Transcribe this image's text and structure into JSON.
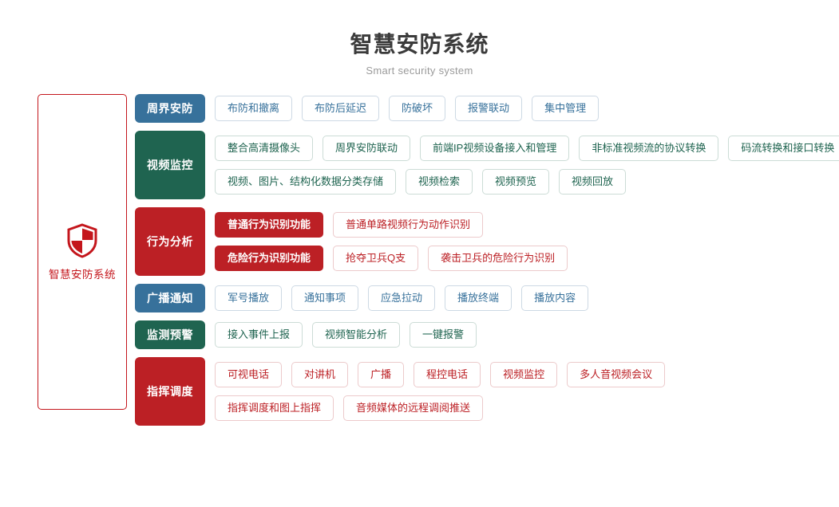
{
  "header": {
    "title": "智慧安防系统",
    "subtitle": "Smart security system"
  },
  "sidebar": {
    "icon": "shield-icon",
    "label": "智慧安防系统",
    "border_color": "#c4161c"
  },
  "colors": {
    "blue": "#37719b",
    "green": "#1f6450",
    "red": "#bc2025",
    "title": "#3b3b3b",
    "subtitle": "#9a9a9a"
  },
  "categories": [
    {
      "label": "周界安防",
      "color": "blue",
      "height": 36,
      "lines": [
        [
          {
            "label": "布防和撤离",
            "style": "outline"
          },
          {
            "label": "布防后延迟",
            "style": "outline"
          },
          {
            "label": "防破坏",
            "style": "outline"
          },
          {
            "label": "报警联动",
            "style": "outline"
          },
          {
            "label": "集中管理",
            "style": "outline"
          }
        ]
      ]
    },
    {
      "label": "视频监控",
      "color": "green",
      "height": 86,
      "lines": [
        [
          {
            "label": "整合高清摄像头",
            "style": "outline"
          },
          {
            "label": "周界安防联动",
            "style": "outline"
          },
          {
            "label": "前端IP视频设备接入和管理",
            "style": "outline"
          },
          {
            "label": "非标准视频流的协议转换",
            "style": "outline"
          },
          {
            "label": "码流转换和接口转换",
            "style": "outline"
          }
        ],
        [
          {
            "label": "视频、图片、结构化数据分类存储",
            "style": "outline"
          },
          {
            "label": "视频检索",
            "style": "outline"
          },
          {
            "label": "视频预览",
            "style": "outline"
          },
          {
            "label": "视频回放",
            "style": "outline"
          }
        ]
      ]
    },
    {
      "label": "行为分析",
      "color": "red",
      "height": 86,
      "lines": [
        [
          {
            "label": "普通行为识别功能",
            "style": "solid"
          },
          {
            "label": "普通单路视频行为动作识别",
            "style": "outline"
          }
        ],
        [
          {
            "label": "危险行为识别功能",
            "style": "solid"
          },
          {
            "label": "抢夺卫兵Q支",
            "style": "outline"
          },
          {
            "label": "袭击卫兵的危险行为识别",
            "style": "outline"
          }
        ]
      ]
    },
    {
      "label": "广播通知",
      "color": "blue",
      "height": 36,
      "lines": [
        [
          {
            "label": "军号播放",
            "style": "outline"
          },
          {
            "label": "通知事项",
            "style": "outline"
          },
          {
            "label": "应急拉动",
            "style": "outline"
          },
          {
            "label": "播放终端",
            "style": "outline"
          },
          {
            "label": "播放内容",
            "style": "outline"
          }
        ]
      ]
    },
    {
      "label": "监测预警",
      "color": "green",
      "height": 36,
      "lines": [
        [
          {
            "label": "接入事件上报",
            "style": "outline"
          },
          {
            "label": "视频智能分析",
            "style": "outline"
          },
          {
            "label": "一键报警",
            "style": "outline"
          }
        ]
      ]
    },
    {
      "label": "指挥调度",
      "color": "red",
      "height": 86,
      "lines": [
        [
          {
            "label": "可视电话",
            "style": "outline"
          },
          {
            "label": "对讲机",
            "style": "outline"
          },
          {
            "label": "广播",
            "style": "outline"
          },
          {
            "label": "程控电话",
            "style": "outline"
          },
          {
            "label": "视频监控",
            "style": "outline"
          },
          {
            "label": "多人音视频会议",
            "style": "outline"
          }
        ],
        [
          {
            "label": "指挥调度和图上指挥",
            "style": "outline"
          },
          {
            "label": "音频媒体的远程调阅推送",
            "style": "outline"
          }
        ]
      ]
    }
  ]
}
